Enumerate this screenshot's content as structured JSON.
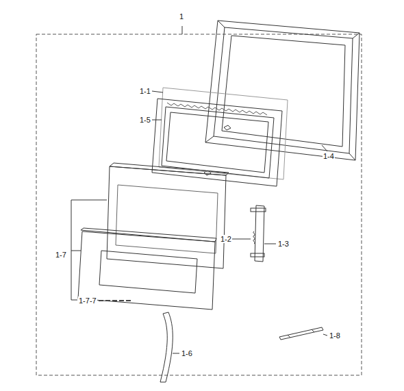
{
  "diagram": {
    "labels": [
      "1",
      "1-1",
      "1-5",
      "1-4",
      "1-2",
      "1-3",
      "1-7",
      "1-7-7",
      "1-6",
      "1-8"
    ]
  }
}
